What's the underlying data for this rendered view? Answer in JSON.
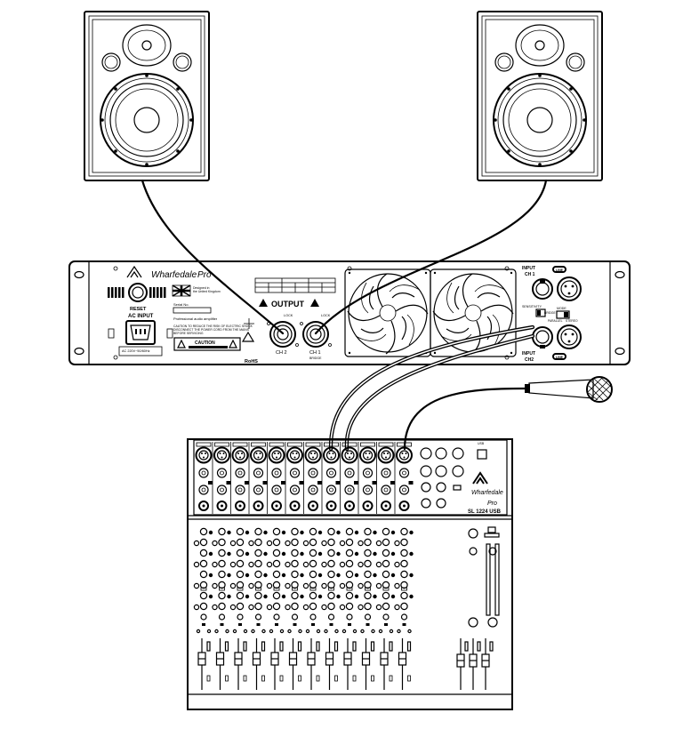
{
  "speaker_left": {
    "icon": "loudspeaker-icon"
  },
  "speaker_right": {
    "icon": "loudspeaker-icon"
  },
  "amplifier": {
    "brand": "Wharfedale",
    "brand_pro": "Pro",
    "reset_label": "RESET",
    "ac_input_label": "AC INPUT",
    "ac_voltage_label": "AC 220V~50/60Hz",
    "output_label": "OUTPUT",
    "ch1_label": "CH 1",
    "ch1_sub": "BRIDGE",
    "ch2_label": "CH 2",
    "lock_label": "LOCK",
    "rohs_label": "RoHS",
    "caution_label": "CAUTION",
    "input_ch1_label": "INPUT\nCH 1",
    "input_ch2_label": "INPUT\nCH 2",
    "line_label": "LINE",
    "mode_label": "MODE",
    "stereo_label": "STEREO",
    "bridge_label": "BRIDGE",
    "parallel_label": "PARALLEL",
    "sensitivity_label": "SENSITIVITY",
    "designed_text": "Designed in\nthe United Kingdom",
    "professional_text": "Professional audio amplifier",
    "serial_label": "Serial No.",
    "warning_text": "CAUTION TO REDUCE THE RISK OF ELECTRIC SHOCK\nDISCONNECT THE POWER CORD FROM THE MAINS\nBEFORE SERVICING"
  },
  "mixer": {
    "brand": "Wharfedale",
    "brand_pro": "Pro",
    "model": "SL 1224 USB",
    "usb_label": "USB",
    "channel_count": 12
  },
  "microphone": {
    "icon": "microphone-icon"
  }
}
